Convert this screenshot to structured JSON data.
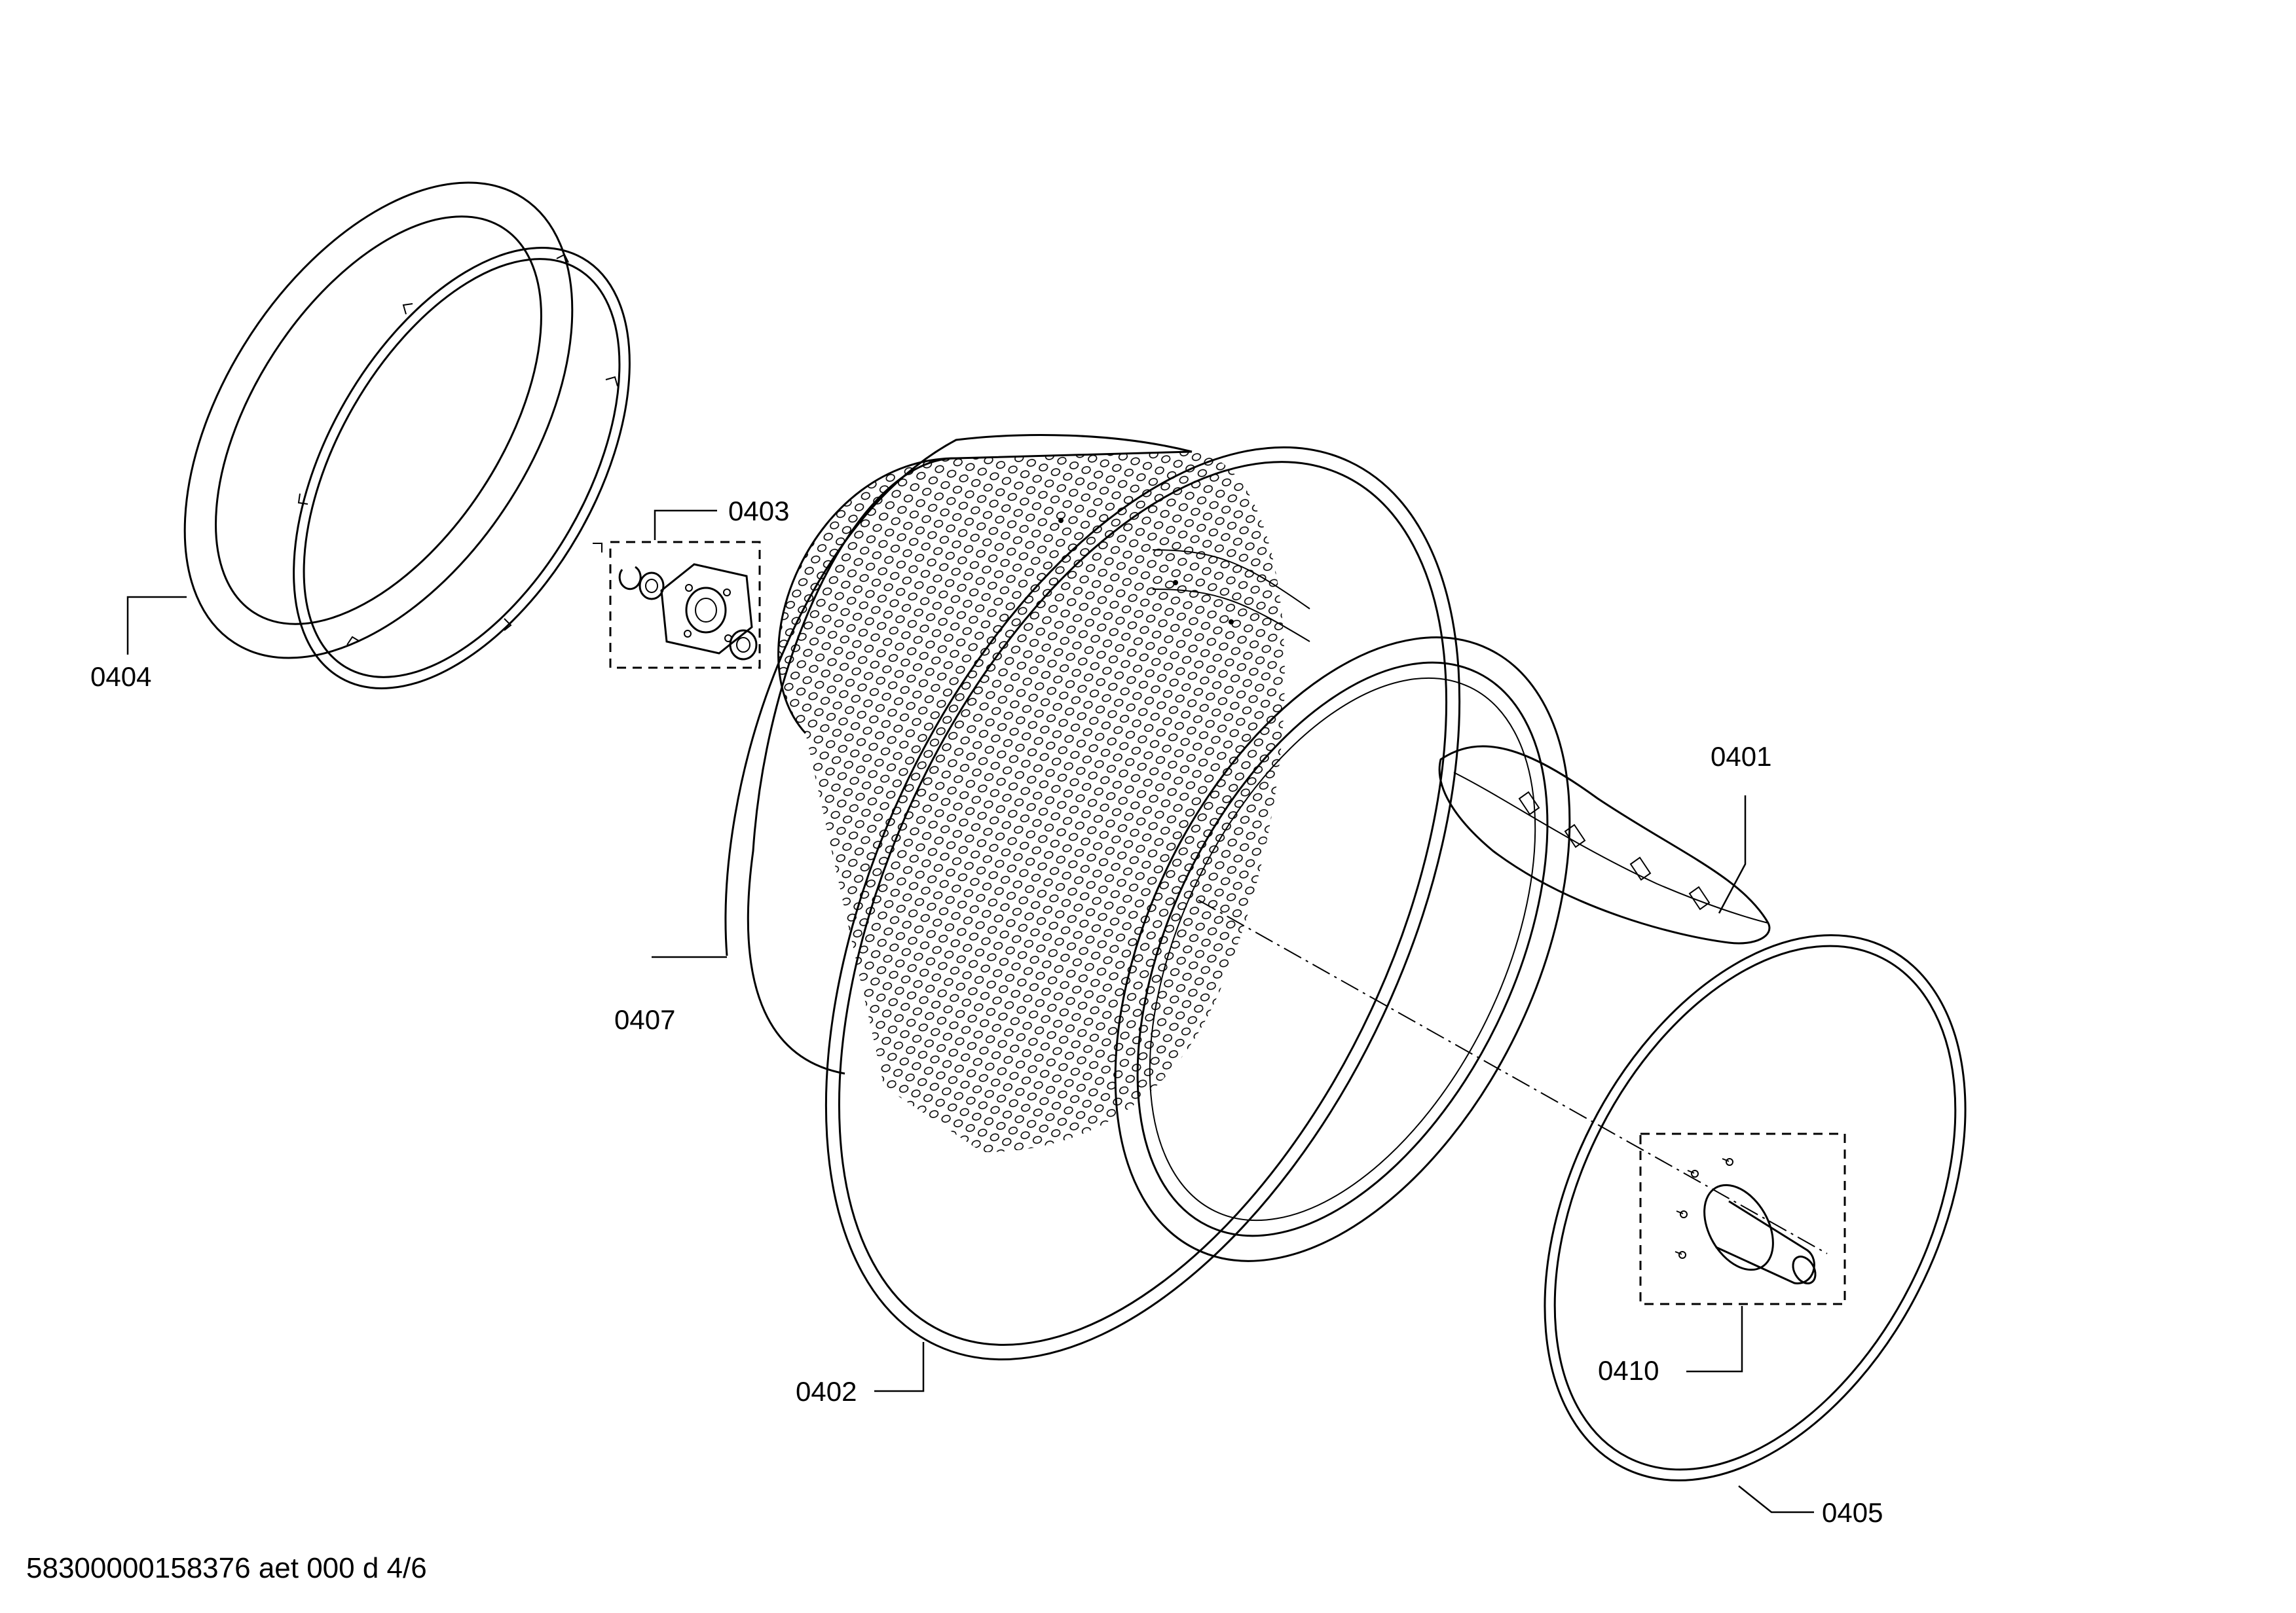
{
  "drawing_id": "58300000158376 aet 000 d 4/6",
  "parts": [
    {
      "id": "0401"
    },
    {
      "id": "0402"
    },
    {
      "id": "0403"
    },
    {
      "id": "0404"
    },
    {
      "id": "0405"
    },
    {
      "id": "0407"
    },
    {
      "id": "0410"
    }
  ]
}
